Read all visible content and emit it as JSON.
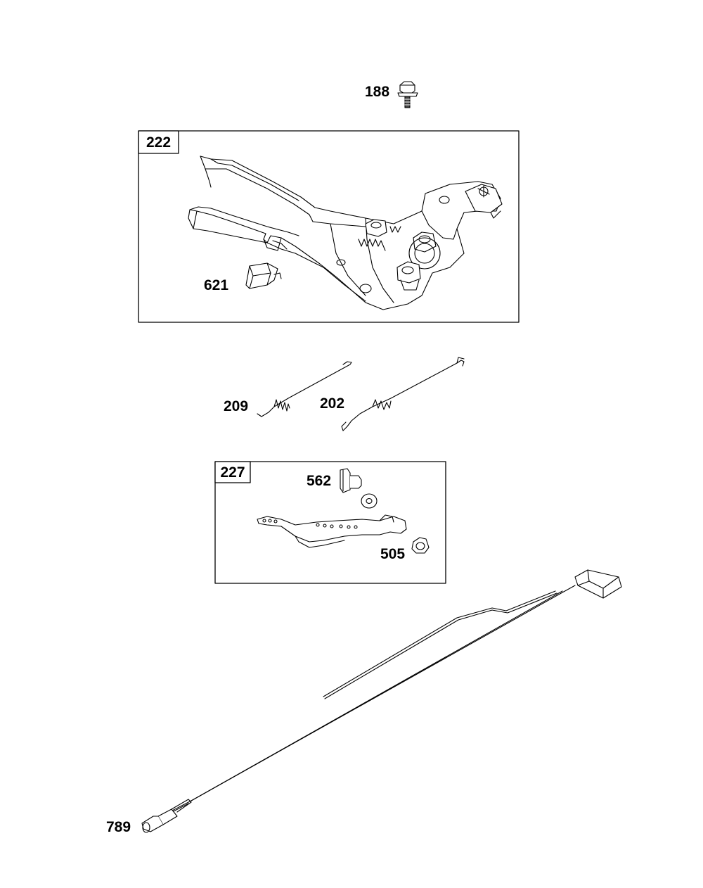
{
  "parts": {
    "p188": "188",
    "p222": "222",
    "p621": "621",
    "p209": "209",
    "p202": "202",
    "p227": "227",
    "p562": "562",
    "p505": "505",
    "p789": "789"
  }
}
